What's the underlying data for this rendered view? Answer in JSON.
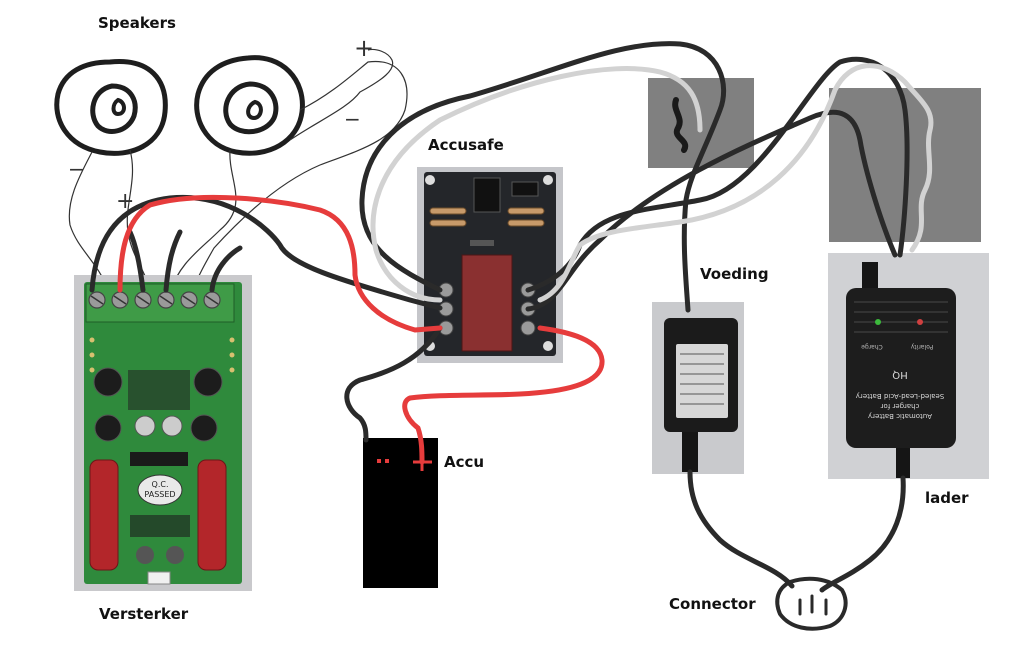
{
  "labels": {
    "speakers": "Speakers",
    "accusafe": "Accusafe",
    "voeding": "Voeding",
    "accu": "Accu",
    "lader": "lader",
    "connector": "Connector",
    "versterker": "Versterker"
  },
  "polarity_marks": {
    "plus": "+",
    "minus": "−"
  },
  "amplifier": {
    "chip_label_line1": "Q.C.",
    "chip_label_line2": "PASSED"
  },
  "charger": {
    "text_line1": "Automatic Battery",
    "text_line2": "charger for",
    "text_line3": "Sealed-Lead-Acid Battery",
    "brand": "HQ",
    "led_charge": "Charge",
    "led_polarity": "Polarity"
  },
  "colors": {
    "wire_black": "#2a2a2a",
    "wire_red": "#e63c3c",
    "wire_white": "#d2d2d2",
    "pcb_green": "#2f8a3c",
    "capacitor_red": "#b3262a",
    "gray_block": "#808080"
  }
}
